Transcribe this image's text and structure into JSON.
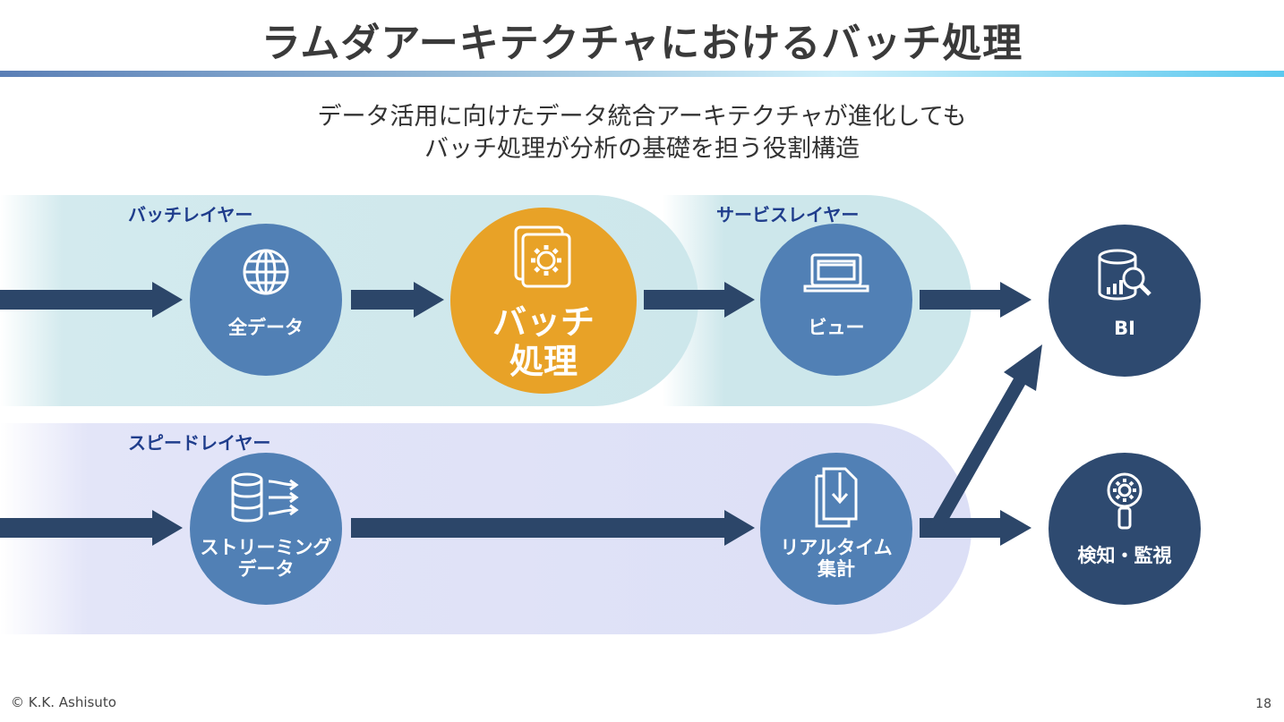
{
  "title": "ラムダアーキテクチャにおけるバッチ処理",
  "subtitle": {
    "line1": "データ活用に向けたデータ統合アーキテクチャが進化しても",
    "line2": "バッチ処理が分析の基礎を担う役割構造"
  },
  "layers": {
    "batch": "バッチレイヤー",
    "serving": "サービスレイヤー",
    "speed": "スピードレイヤー"
  },
  "nodes": {
    "all_data": {
      "label": "全データ",
      "icon": "globe-icon"
    },
    "batch_processing": {
      "line1": "バッチ",
      "line2": "処理",
      "icon": "gear-documents-icon"
    },
    "view": {
      "label": "ビュー",
      "icon": "laptop-icon"
    },
    "bi": {
      "label": "BI",
      "icon": "database-analytics-icon"
    },
    "streaming": {
      "line1": "ストリーミング",
      "line2": "データ",
      "icon": "database-stream-icon"
    },
    "realtime": {
      "line1": "リアルタイム",
      "line2": "集計",
      "icon": "document-download-icon"
    },
    "monitoring": {
      "label": "検知・監視",
      "icon": "gear-search-icon"
    }
  },
  "colors": {
    "node_blue": "#5180b5",
    "node_dark": "#2e4a70",
    "node_orange": "#e8a227",
    "arrow": "#2c4669",
    "layer_label": "#1f3d8c"
  },
  "footer": {
    "copyright": "© K.K. Ashisuto",
    "page": "18"
  }
}
